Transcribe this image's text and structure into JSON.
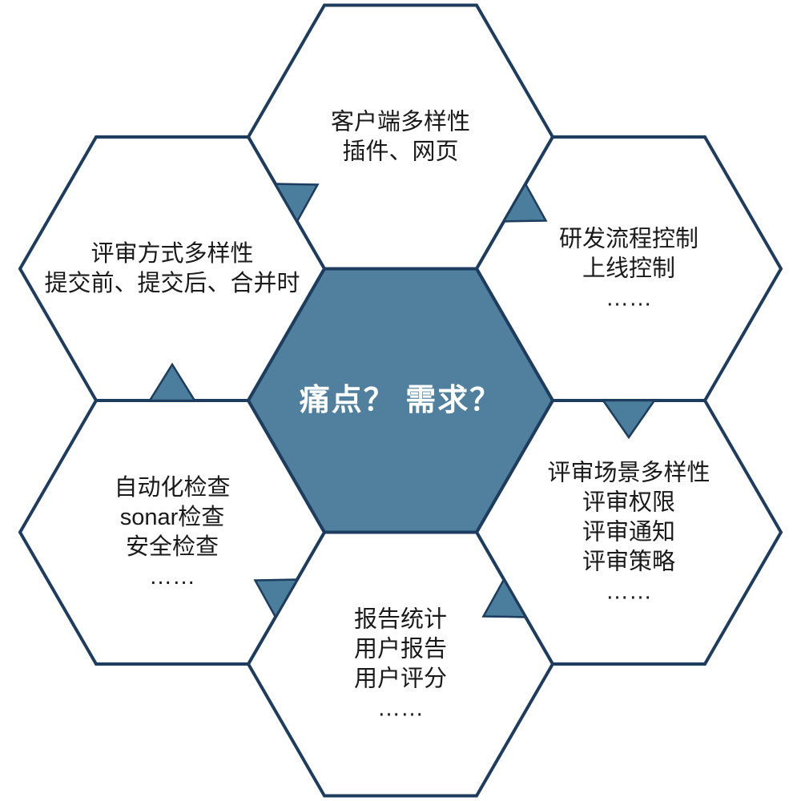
{
  "center": {
    "label": "痛点？ 需求？"
  },
  "hexagons": {
    "top": {
      "lines": [
        "客户端多样性",
        "插件、网页"
      ]
    },
    "top_right": {
      "lines": [
        "研发流程控制",
        "上线控制",
        "……"
      ]
    },
    "bottom_right": {
      "lines": [
        "评审场景多样性",
        "评审权限",
        "评审通知",
        "评审策略",
        "……"
      ]
    },
    "bottom": {
      "lines": [
        "报告统计",
        "用户报告",
        "用户评分",
        "……"
      ]
    },
    "bottom_left": {
      "lines": [
        "自动化检查",
        "sonar检查",
        "安全检查",
        "……"
      ]
    },
    "top_left": {
      "lines": [
        "评审方式多样性",
        "提交前、提交后、合并时"
      ]
    }
  },
  "colors": {
    "outline": "#1d3c5e",
    "hex_fill": "#ffffff",
    "center_fill": "#50809e",
    "arrow_fill": "#4a7e9c",
    "text": "#1a1a1a",
    "center_text": "#ffffff"
  }
}
